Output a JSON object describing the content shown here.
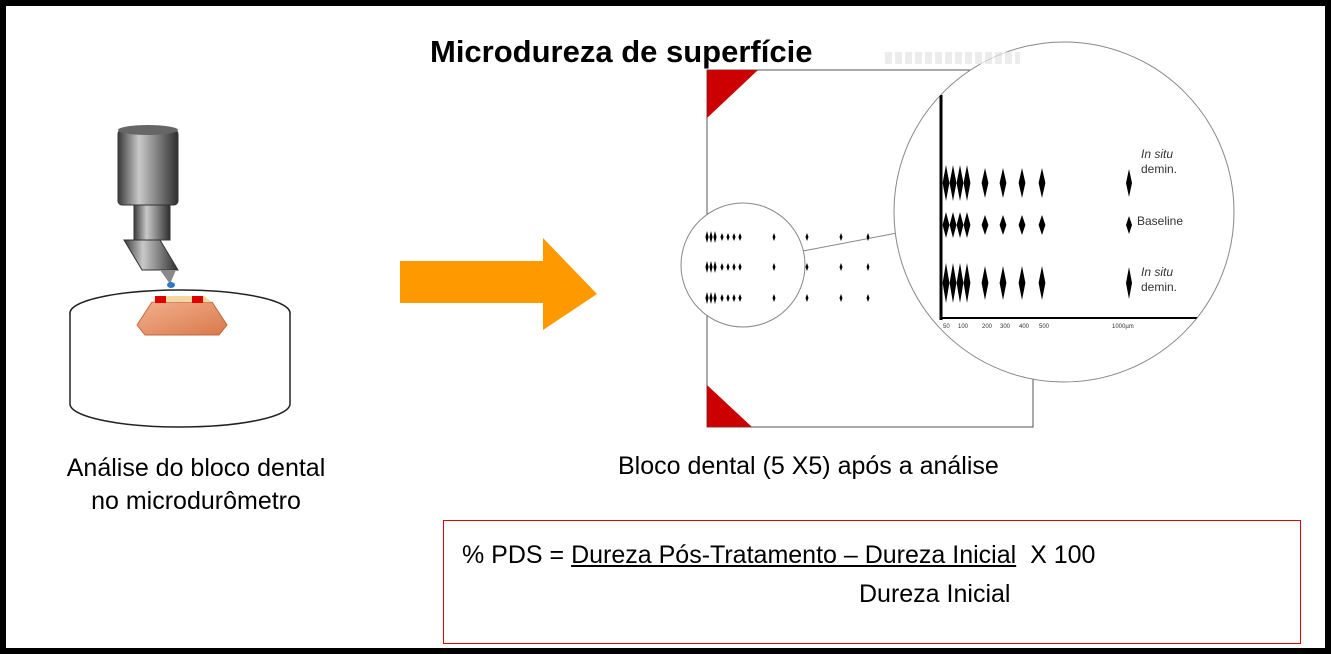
{
  "title": "Microdureza de superfície",
  "left_caption": {
    "line1": "Análise do bloco dental",
    "line2": "no microdurômetro"
  },
  "right_caption": "Bloco dental (5 X5) após a análise",
  "formula": {
    "prefix": "% PDS =",
    "numerator": "Dureza Pós-Tratamento – Dureza Inicial",
    "multiplier": "X 100",
    "denominator": "Dureza Inicial"
  },
  "zoom_labels": {
    "in_situ_top": "In situ",
    "demin_top": "demin.",
    "baseline": "Baseline",
    "in_situ_bottom": "In situ",
    "demin_bottom": "demin."
  },
  "scale_ticks": [
    "50",
    "100",
    "200",
    "300",
    "400",
    "500"
  ],
  "scale_end": "1000µm",
  "colors": {
    "arrow": "#ff9900",
    "corner": "#cc0000",
    "formula_border": "#e00000",
    "specimen": "#e2895e"
  }
}
